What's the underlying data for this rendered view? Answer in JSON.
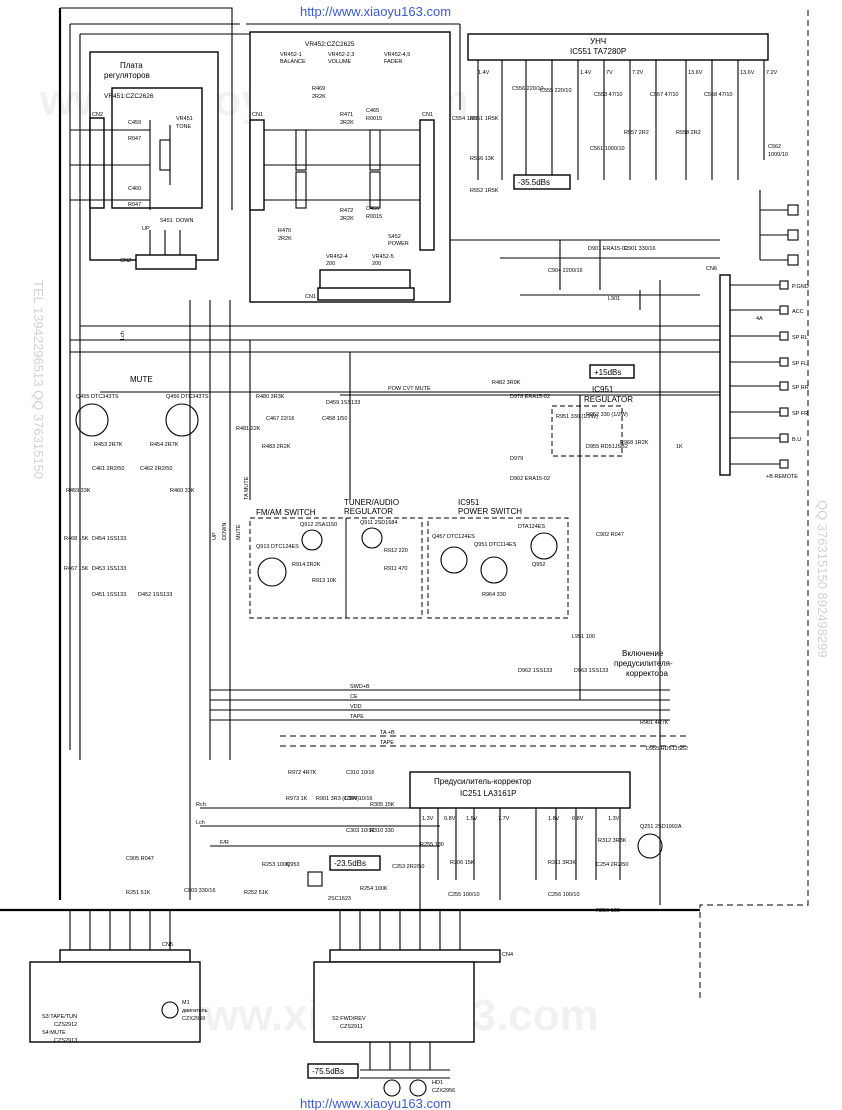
{
  "header": {
    "url_top": "http://www.xiaoyu163.com",
    "url_bottom": "http://www.xiaoyu163.com"
  },
  "watermarks": {
    "center": "www.xiaoyu163.com",
    "left": "TEL 13942296513 QQ 376315150",
    "right": "QQ 376315150 892498299"
  },
  "blocks": {
    "controls_board": {
      "title_l1": "Плата",
      "title_l2": "регуляторов",
      "part": "VR451:CZC2626"
    },
    "vr452": {
      "part": "VR452:CZC2625",
      "k1": "VR452-1",
      "k1n": "BALANCE",
      "k2": "VR452-2,3",
      "k2n": "VOLUME",
      "k3": "VR452-4,5",
      "k3n": "FADER"
    },
    "amp_ic": {
      "title": "УНЧ",
      "part": "IC551  TA7280P"
    },
    "mute": {
      "title": "MUTE"
    },
    "fm_am": {
      "title": "FM/AM SWITCH"
    },
    "tuner_audio": {
      "title_l1": "TUNER/AUDIO",
      "title_l2": "REGULATOR"
    },
    "power_switch": {
      "title_l1": "IC951",
      "title_l2": "POWER SWITCH"
    },
    "regulator": {
      "title_l1": "IC951",
      "title_l2": "REGULATOR"
    },
    "preamp_ic": {
      "title": "Предусилитель-корректор",
      "part": "IC251  LA3161P"
    },
    "preamp_switch": {
      "title_l1": "Включение",
      "title_l2": "предусилителя-",
      "title_l3": "корректора"
    },
    "cn5_board": {
      "s3": "S3:TAPE/TUN",
      "s3p": "CZS2912",
      "s4": "S4:MUTE",
      "s4p": "CZS2913",
      "m1": "M1",
      "m1n": "двигатель",
      "m1p": "CZX2959"
    },
    "cn4_board": {
      "s2": "S2:FWD/REV",
      "s2p": "CZS2911",
      "hd": "HD1",
      "hdp": "CZX2956"
    }
  },
  "levels": {
    "l1": "-35.5dBs",
    "l2": "+15dBs",
    "l3": "-23.5dBs",
    "l4": "-75.5dBs"
  },
  "outputs": [
    "P.GND",
    "ACC",
    "SP RL",
    "SP FL",
    "SP RR",
    "SP FR",
    "B.U",
    "+B REMOTE"
  ],
  "connectors": {
    "cn1": "CN1",
    "cn2": "CN2",
    "cn4": "CN4",
    "cn5": "CN5",
    "cn6": "CN6",
    "cnz": "CNZ"
  },
  "bus": [
    "SWD+B",
    "CE",
    "VDD",
    "TAPE",
    "TA +B",
    "TAPE",
    "Rch",
    "Lch",
    "F/R",
    "POW CVT MUTE"
  ],
  "parts": {
    "tr": [
      "Q455 DTC343TS",
      "Q456 DTC343TS",
      "Q913 DTC124ES",
      "Q912 2SA1150",
      "Q911 2SD1684",
      "Q457 DTC124ES",
      "Q951 DTC114ES",
      "DTA124ES",
      "Q952",
      "Q251 2SD1992A",
      "Q953",
      "2SC1623"
    ],
    "ics": [
      "D901 ERA15-02",
      "D978 ERA15-02",
      "D979",
      "D902 ERA15-02",
      "D459 1SS133",
      "D962 1SS133",
      "D963 1SS133",
      "D955 RD51JSB2",
      "D454 1SS133",
      "D453 1SS133",
      "D451 1SS133",
      "D452 1SS133"
    ],
    "res": [
      "R951 330 (1/2W)",
      "R952 330 (1/2W)",
      "R968 1R2K",
      "R482 3R9K",
      "R480 3R3K",
      "R481 22K",
      "R483 2R2K",
      "R453 2R7K",
      "R454 2R7K",
      "R459 33K",
      "R460 33K",
      "R468 15K",
      "R467 15K",
      "R914 2R2K",
      "R913 10K",
      "R912 220",
      "R911 470",
      "R964 330",
      "R961 4R7K",
      "R972 4R7K",
      "R973 1K",
      "R901 3R3 (1/2W)",
      "R310 330",
      "R305 15K",
      "R306 15K",
      "R311 3R3K",
      "R312 3R3K",
      "R255 180",
      "R256 180",
      "R254 100K",
      "R253 100K",
      "R252 51K",
      "R251 51K",
      "R556 13K",
      "R551 1R5K",
      "R552 1R5K",
      "R557 2R2",
      "R558 2R2",
      "R469 2R2K",
      "R470 2R2K",
      "R471 2R2K",
      "R472 2R2K"
    ],
    "caps": [
      "C904 2200/16",
      "C901 330/16",
      "C902 R047",
      "C903 330/16",
      "C905 R047",
      "C467 22/16",
      "C458 1/50",
      "C461 2R2/50",
      "C462 2R2/50",
      "C310 10/16",
      "C304 10/16",
      "C303 10/16",
      "C253 2R2/50",
      "C254 2R2/50",
      "C255 100/10",
      "C256 100/10",
      "C562 1000/10",
      "C554 1/50",
      "C556 220/10",
      "C555 220/10",
      "C553 47/10",
      "C557 47/10",
      "C558 47/10",
      "C561 1000/10",
      "C465 R0015",
      "C466 R0015"
    ],
    "misc": [
      "L901",
      "L951 100",
      "4A",
      "1K",
      "S451 UP DOWN",
      "S452 POWER",
      "VR452-4 200",
      "VR452-5 200"
    ]
  },
  "pin_voltages": [
    "1.4V",
    "1.4V",
    "7V",
    "7.2V",
    "13.6V",
    "13.6V",
    "7.2V",
    "1.3V",
    "0.8V",
    "1.5V",
    "7.7V",
    "1.8V",
    "0.8V",
    "1.3V"
  ]
}
